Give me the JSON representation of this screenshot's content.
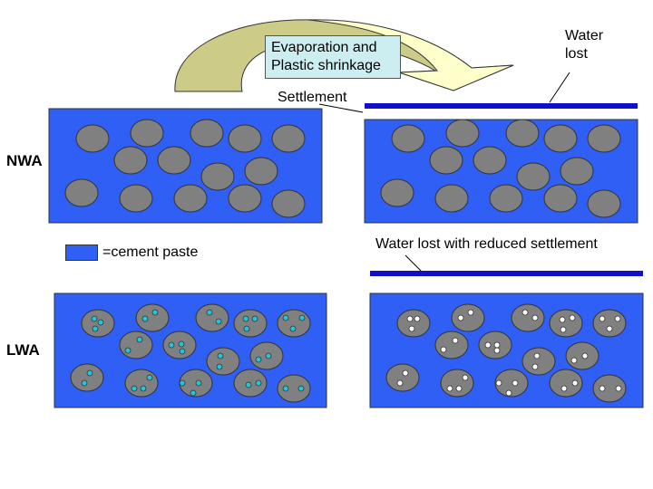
{
  "labels": {
    "evaporation": [
      "Evaporation and",
      "Plastic shrinkage"
    ],
    "water_lost": [
      "Water",
      "lost"
    ],
    "settlement": "Settlement",
    "nwa": "NWA",
    "lwa": "LWA",
    "legend": "=cement paste",
    "water_lost_reduced": "Water lost with reduced settlement"
  },
  "colors": {
    "cement_paste": "#2f5ff5",
    "aggregate": "#808080",
    "water_layer": "#1010c8",
    "arrow_fill": "#cccc88",
    "arrow_fill_light": "#ffffcc",
    "pore_water": "#22c4d8",
    "pore_empty": "#ffffff"
  }
}
